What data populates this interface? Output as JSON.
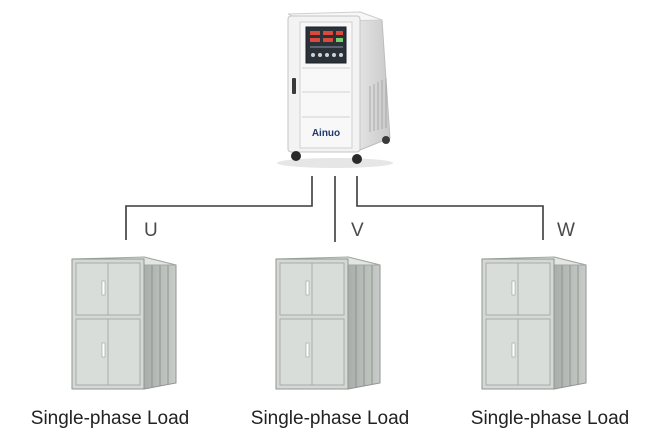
{
  "source": {
    "brand": "Ainuo"
  },
  "phases": [
    {
      "label": "U"
    },
    {
      "label": "V"
    },
    {
      "label": "W"
    }
  ],
  "loads": [
    {
      "label": "Single-phase Load"
    },
    {
      "label": "Single-phase Load"
    },
    {
      "label": "Single-phase Load"
    }
  ],
  "colors": {
    "wire": "#3a3a3a",
    "cabinet_front": "#d4d9d5",
    "cabinet_side": "#b9bebb",
    "cabinet_edge": "#8f9591",
    "source_body": "#f1f1f1",
    "panel_display": "#2a3138"
  }
}
